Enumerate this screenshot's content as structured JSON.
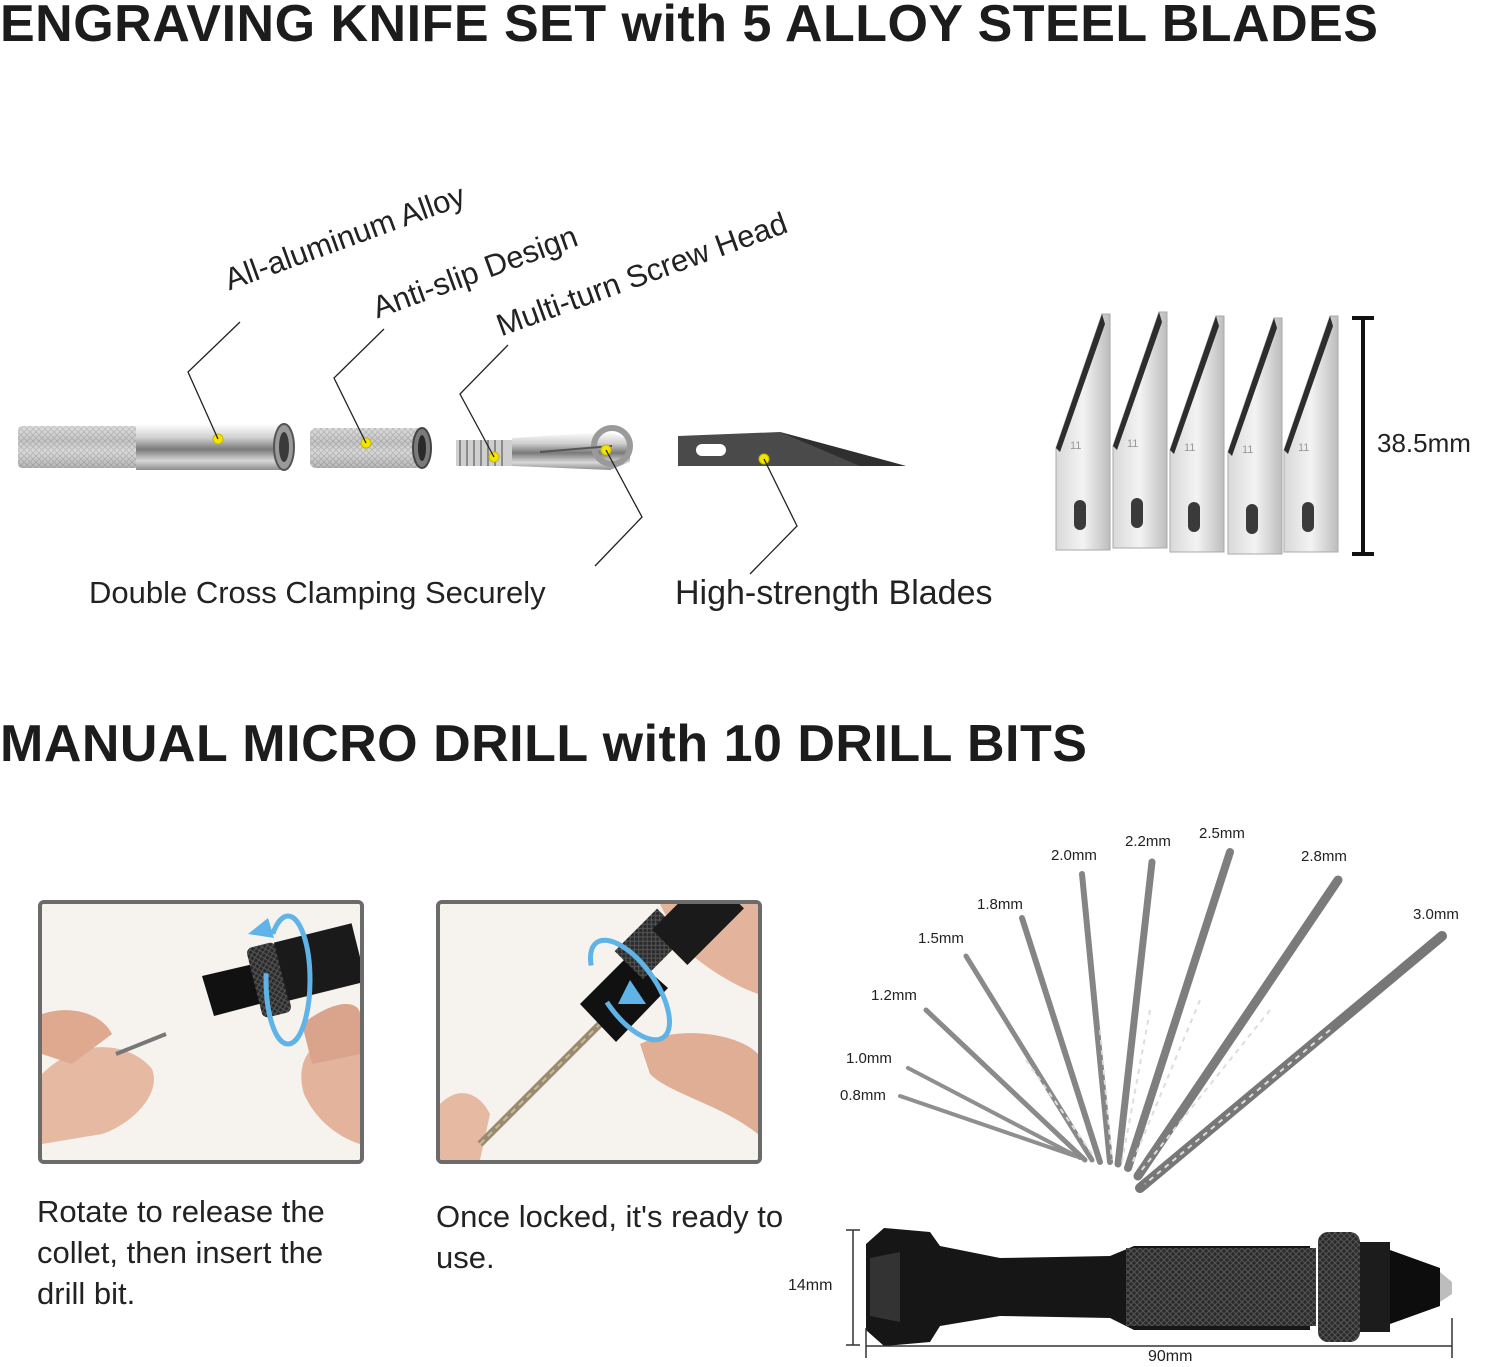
{
  "knife_section": {
    "title": "ENGRAVING KNIFE SET with 5 ALLOY STEEL BLADES",
    "callouts": {
      "alloy": "All-aluminum Alloy",
      "antislip": "Anti-slip Design",
      "screw": "Multi-turn Screw Head",
      "clamping": "Double Cross Clamping Securely",
      "blades": "High-strength Blades"
    },
    "blade_length": "38.5mm",
    "blade_number": "11"
  },
  "drill_section": {
    "title": "MANUAL MICRO DRILL with 10 DRILL BITS",
    "step1_caption": "Rotate to release the collet, then insert the drill bit.",
    "step2_caption": "Once locked, it's ready to use.",
    "bit_sizes": [
      "0.8mm",
      "1.0mm",
      "1.2mm",
      "1.5mm",
      "1.8mm",
      "2.0mm",
      "2.2mm",
      "2.5mm",
      "2.8mm",
      "3.0mm"
    ],
    "drill_diameter": "14mm",
    "drill_length": "90mm"
  },
  "colors": {
    "marker_dot": "#f2e600",
    "arrow_blue": "#5fb3e6",
    "title_text": "#1c1c1c"
  }
}
